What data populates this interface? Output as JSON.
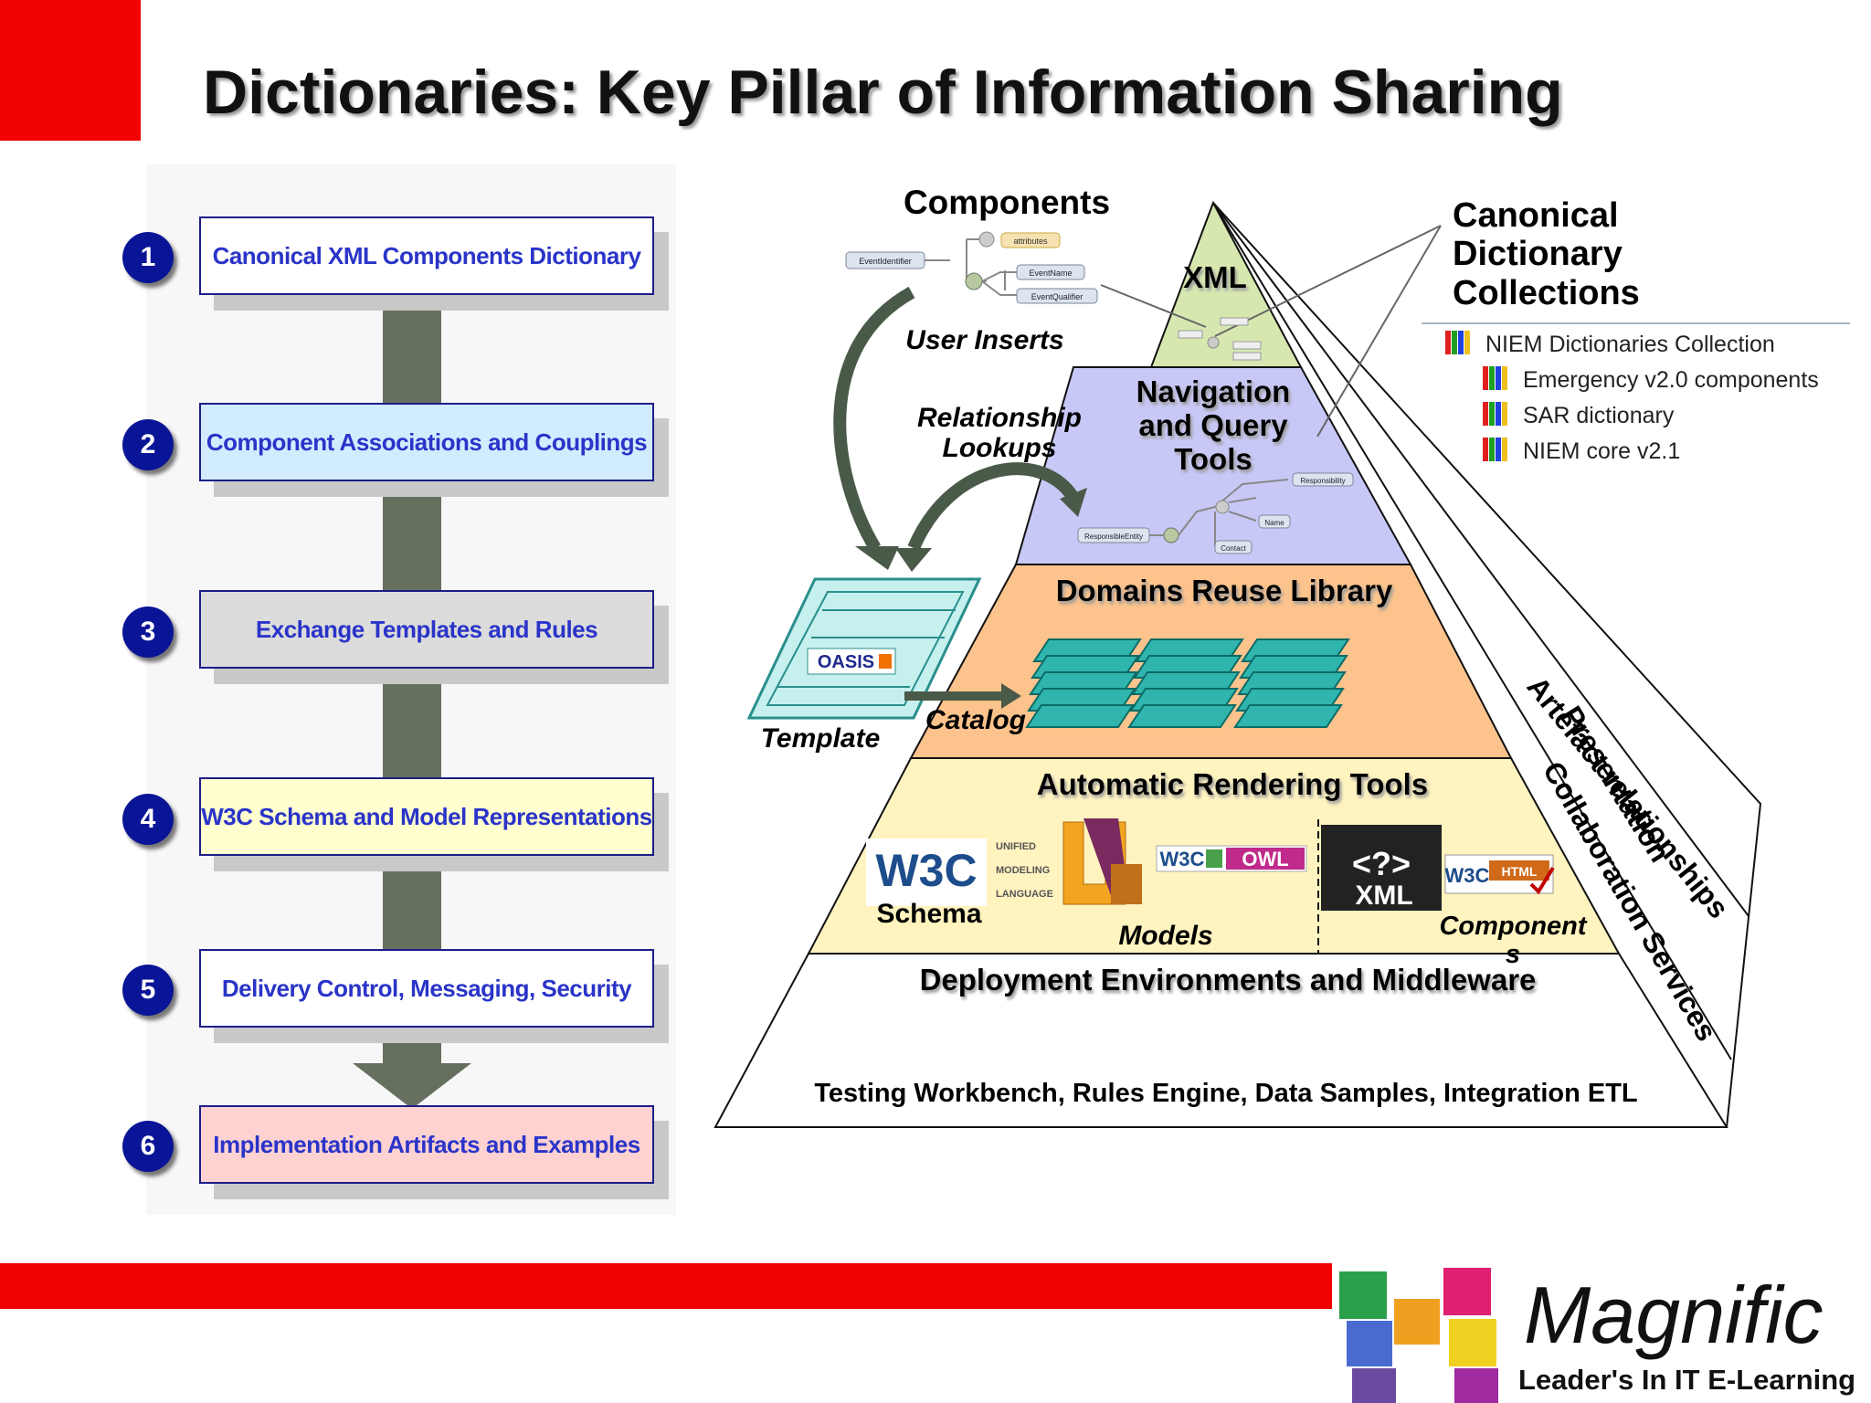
{
  "title": "Dictionaries: Key Pillar of Information Sharing",
  "steps": [
    {
      "num": "1",
      "label": "Canonical XML Components Dictionary",
      "color": "#ffffff"
    },
    {
      "num": "2",
      "label": "Component Associations and Couplings",
      "color": "#d2ecff"
    },
    {
      "num": "3",
      "label": "Exchange Templates and Rules",
      "color": "#dcdcdc"
    },
    {
      "num": "4",
      "label": "W3C Schema and Model Representations",
      "color": "#ffffd0"
    },
    {
      "num": "5",
      "label": "Delivery Control, Messaging, Security",
      "color": "#ffffff"
    },
    {
      "num": "6",
      "label": "Implementation Artifacts and Examples",
      "color": "#ffd2d2"
    }
  ],
  "pyramid": {
    "levels": [
      {
        "label": "XML",
        "color": "#d6e8b0"
      },
      {
        "label_lines": [
          "Navigation",
          "and Query",
          "Tools"
        ],
        "color": "#c8c8f6"
      },
      {
        "label": "Domains Reuse Library",
        "color": "#fcc38c"
      },
      {
        "label": "Automatic Rendering Tools",
        "color": "#fff3c0"
      },
      {
        "label": "Deployment Environments and Middleware",
        "color": "#ffffff"
      }
    ],
    "base_text": "Testing Workbench, Rules Engine, Data Samples, Integration ETL",
    "side_labels": [
      "Artefact relationships",
      "Presentation",
      "Collaboration Services"
    ]
  },
  "annotations": {
    "components": "Components",
    "user_inserts": "User Inserts",
    "relationship_lookups": [
      "Relationship",
      "Lookups"
    ],
    "template": "Template",
    "catalog": "Catalog",
    "schema": "Schema",
    "models": "Models",
    "components_split": [
      "Component",
      "s"
    ],
    "oasis": "OASIS",
    "owl": "OWL",
    "w3c": "W3C",
    "xml_logo": "XML",
    "html_logo": "HTML",
    "uml_words": [
      "UNIFIED",
      "MODELING",
      "LANGUAGE"
    ],
    "diagram_nodes": [
      "EventIdentifier",
      "attributes",
      "EventName",
      "EventQualifier",
      "ResponsibleEntity",
      "Responsibility",
      "Name",
      "Contact"
    ]
  },
  "canonical": {
    "heading": [
      "Canonical",
      "Dictionary",
      "Collections"
    ],
    "root": "NIEM Dictionaries Collection",
    "children": [
      "Emergency v2.0 components",
      "SAR dictionary",
      "NIEM core v2.1"
    ]
  },
  "logo": {
    "name": "Magnific",
    "tagline": "Leader's In IT E-Learning"
  },
  "colors": {
    "accent_red": "#f00000",
    "step_text": "#2a34c8",
    "step_border": "#1d1d8a",
    "number_circle": "#0a1496",
    "spine": "#65705f"
  }
}
